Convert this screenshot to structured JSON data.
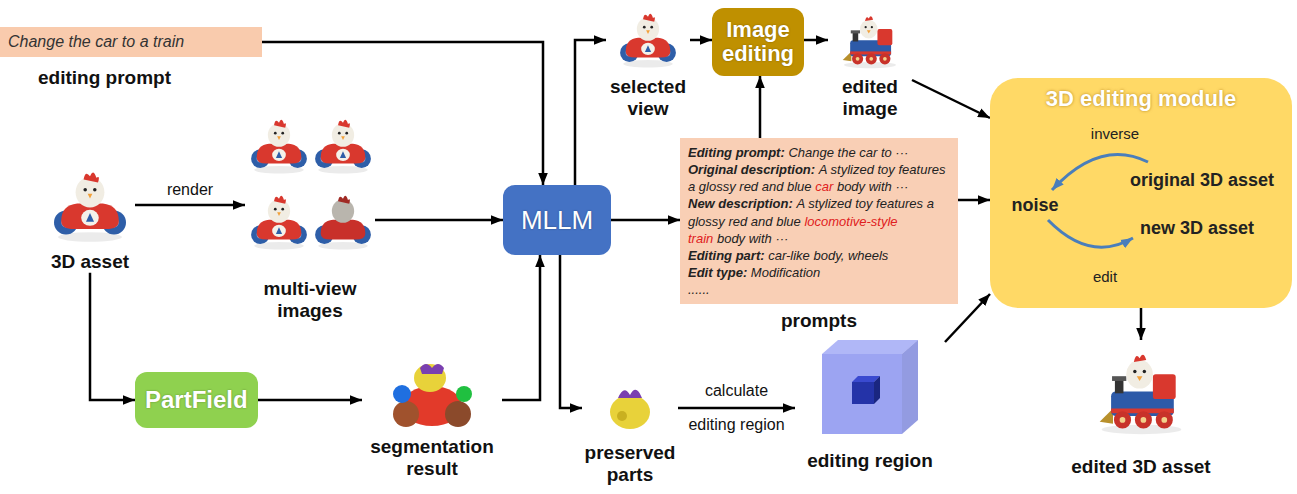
{
  "diagram": {
    "nodes": [
      {
        "text": [
          "Change the car to a train",
          "editing prompt"
        ]
      },
      {
        "text": [
          "3D asset"
        ]
      },
      {
        "text": [
          "multi-view images"
        ]
      },
      {
        "text": [
          "PartField"
        ]
      },
      {
        "text": [
          "segmentation result"
        ]
      },
      {
        "text": [
          "MLLM"
        ]
      },
      {
        "text": [
          "selected view"
        ]
      },
      {
        "text": [
          "Image editing"
        ]
      },
      {
        "text": [
          "edited image"
        ]
      },
      {
        "text": [
          "Editing prompt:",
          "Change the car to ···",
          "Original description:",
          "A stylized toy features a glossy red and blue",
          "car",
          "body with ···",
          "New description:",
          "A stylized toy features a glossy red and blue",
          "locomotive-style train",
          "body with ···",
          "Editing part:",
          "car-like body, wheels",
          "Edit type:",
          "Modification",
          "......",
          "prompts"
        ]
      },
      {
        "text": [
          "preserved parts"
        ]
      },
      {
        "text": [
          "editing region"
        ]
      },
      {
        "text": [
          "3D editing module",
          "inverse",
          "original 3D asset",
          "noise",
          "new 3D asset",
          "edit"
        ]
      },
      {
        "text": [
          "edited 3D asset"
        ]
      }
    ],
    "edges": [
      {
        "from": 0,
        "to": 5,
        "arrow": "to"
      },
      {
        "from": 1,
        "to": 2,
        "label": "render",
        "arrow": "to"
      },
      {
        "from": 2,
        "to": 5,
        "arrow": "to"
      },
      {
        "from": 1,
        "to": 3,
        "arrow": "to"
      },
      {
        "from": 3,
        "to": 4,
        "arrow": "to"
      },
      {
        "from": 4,
        "to": 5,
        "arrow": "to"
      },
      {
        "from": 5,
        "to": 6,
        "arrow": "to"
      },
      {
        "from": 6,
        "to": 7,
        "arrow": "to"
      },
      {
        "from": 7,
        "to": 8,
        "arrow": "to"
      },
      {
        "from": 9,
        "to": 7,
        "arrow": "to"
      },
      {
        "from": 5,
        "to": 9,
        "arrow": "to"
      },
      {
        "from": 8,
        "to": 12,
        "arrow": "to"
      },
      {
        "from": 9,
        "to": 12,
        "arrow": "to"
      },
      {
        "from": 5,
        "to": 10,
        "arrow": "to"
      },
      {
        "from": 10,
        "to": 11,
        "label": "calculate editing region",
        "arrow": "to"
      },
      {
        "from": 11,
        "to": 12,
        "arrow": "to"
      },
      {
        "from": 12,
        "to": 13,
        "arrow": "to"
      }
    ]
  }
}
